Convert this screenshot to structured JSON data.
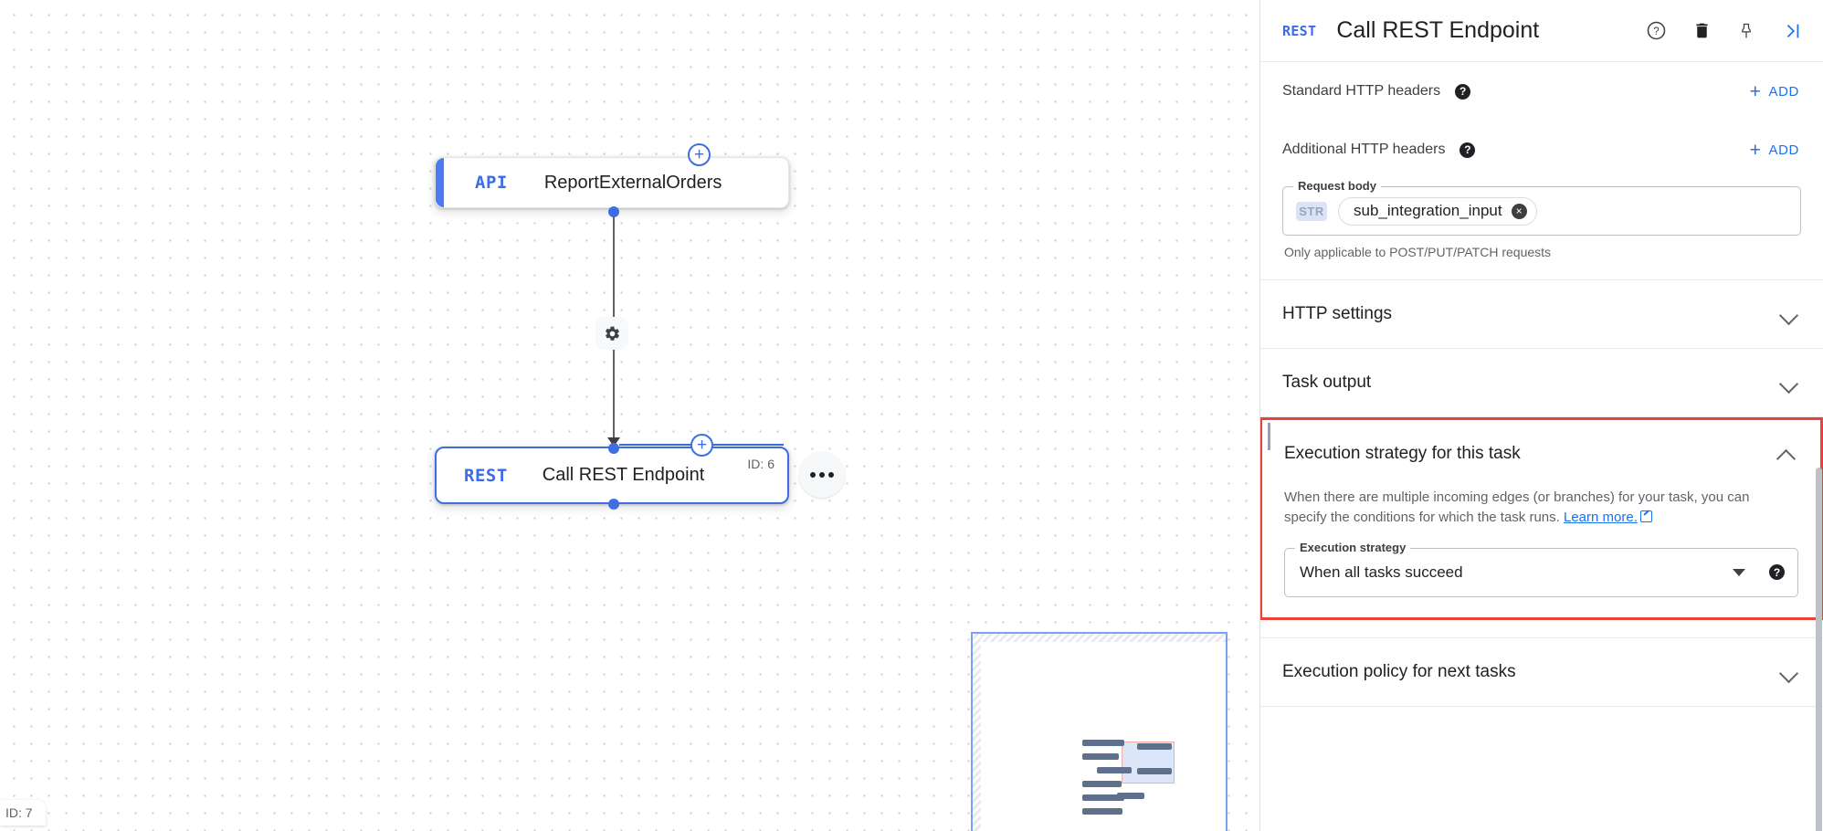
{
  "canvas": {
    "nodes": [
      {
        "badge": "API",
        "title": "ReportExternalOrders",
        "id_label": ""
      },
      {
        "badge": "REST",
        "title": "Call REST Endpoint",
        "id_label": "ID: 6"
      }
    ],
    "corner_id_label": "ID: 7",
    "add_icon": "plus-circle-icon",
    "gear_icon": "gear-icon",
    "more_icon": "more-horizontal-icon"
  },
  "panel": {
    "header": {
      "badge": "REST",
      "title": "Call REST Endpoint",
      "icons": [
        "help-circle-icon",
        "trash-icon",
        "pin-icon",
        "collapse-panel-icon"
      ]
    },
    "standard_headers": {
      "label": "Standard HTTP headers",
      "add_label": "ADD",
      "plus": "+"
    },
    "additional_headers": {
      "label": "Additional HTTP headers",
      "add_label": "ADD",
      "plus": "+"
    },
    "request_body": {
      "legend": "Request body",
      "type_badge": "STR",
      "chip_value": "sub_integration_input",
      "chip_remove": "×",
      "helper": "Only applicable to POST/PUT/PATCH requests"
    },
    "sections": [
      {
        "title": "HTTP settings",
        "expanded": false
      },
      {
        "title": "Task output",
        "expanded": false
      },
      {
        "title": "Execution policy for next tasks",
        "expanded": false
      }
    ],
    "execution_strategy": {
      "title": "Execution strategy for this task",
      "expanded": true,
      "description_part1": "When there are multiple incoming edges (or branches) for your task, you can specify the conditions for which the task runs. ",
      "link_text": "Learn more.",
      "field_legend": "Execution strategy",
      "selected_value": "When all tasks succeed",
      "highlight_color": "#ea4335"
    }
  }
}
